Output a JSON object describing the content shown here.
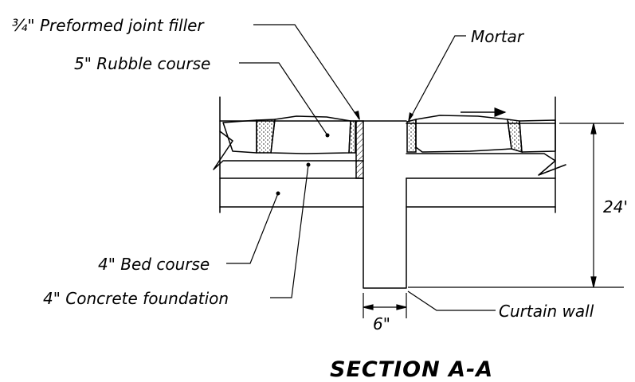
{
  "diagram": {
    "title": "SECTION A-A",
    "labels": {
      "joint_filler": "¾\" Preformed joint filler",
      "rubble_course": "5\" Rubble course",
      "mortar": "Mortar",
      "bed_course": "4\" Bed course",
      "concrete_foundation": "4\" Concrete foundation",
      "curtain_wall": "Curtain wall"
    },
    "dimensions": {
      "height": "24'",
      "wall_width": "6\""
    }
  }
}
